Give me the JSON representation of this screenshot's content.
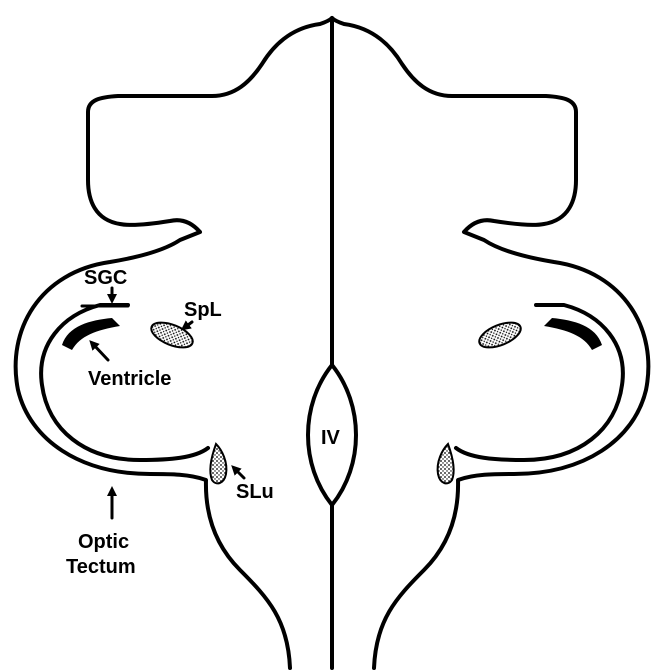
{
  "labels": {
    "sgc": "SGC",
    "spl": "SpL",
    "ventricle": "Ventricle",
    "iv": "IV",
    "slu": "SLu",
    "optic_line1": "Optic",
    "optic_line2": "Tectum"
  }
}
